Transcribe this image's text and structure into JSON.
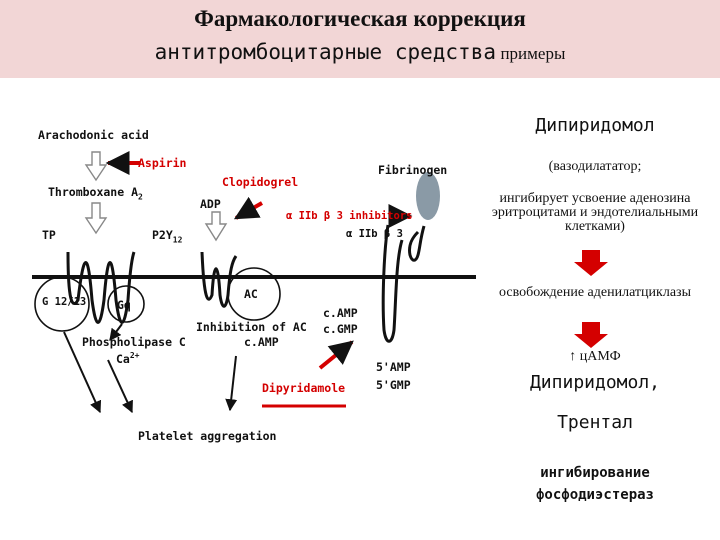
{
  "header": {
    "line1": "Фармакологическая коррекция",
    "line2_main": "антитромбоцитарные средства",
    "line2_tail": "примеры"
  },
  "diagram": {
    "arachidonic": "Arachodonic acid",
    "aspirin": "Aspirin",
    "thromboxane": "Thromboxane A",
    "thromboxane_sub": "2",
    "clopidogrel": "Clopidogrel",
    "adp": "ADP",
    "tp": "TP",
    "p2y": "P2Y",
    "p2y_sub": "12",
    "fibrinogen": "Fibrinogen",
    "integrin_red": "α IIb β 3 inhibitors",
    "integrin_black": "α IIb β 3",
    "g1213": "G 12/13",
    "gq": "Gq",
    "ac": "AC",
    "camp_right": "c.AMP",
    "cgmp_right": "c.GMP",
    "inhibition": "Inhibition of AC",
    "camp_mid": "c.AMP",
    "plc": "Phospholipase C",
    "ca": "Ca",
    "ca_sup": "2+",
    "amp5": "5'AMP",
    "gmp5": "5'GMP",
    "dipyridamole": "Dipyridamole",
    "platelet": "Platelet aggregation"
  },
  "right_panel": {
    "title1": "Дипиридомол",
    "note1": "(вазодилататор;",
    "note2": "ингибирует усвоение аденозина эритроцитами и эндотелиальными клетками)",
    "step1": "освобождение аденилатциклазы",
    "step2": "↑ цАМФ",
    "title2": "Дипиридомол,",
    "title3": "Трентал",
    "result": "ингибирование фосфодиэстераз"
  }
}
